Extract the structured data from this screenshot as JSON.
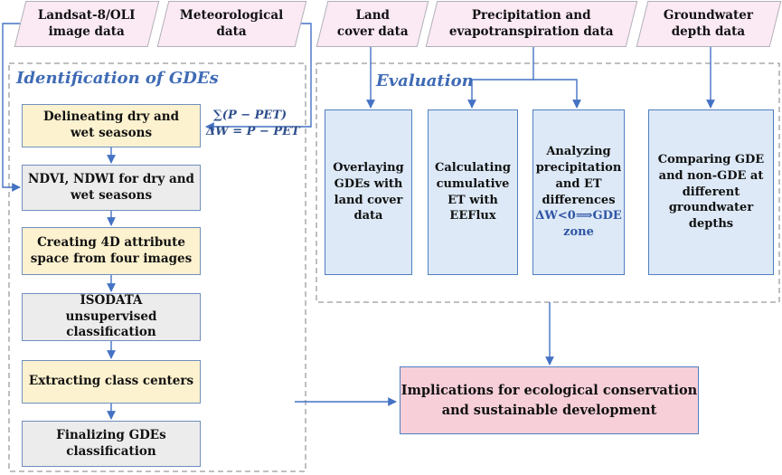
{
  "inputs": {
    "landsat": "Landsat-8/OLI\nimage data",
    "meteorological": "Meteorological\ndata",
    "land_cover": "Land\ncover data",
    "precip_et": "Precipitation and\nevapotranspiration data",
    "groundwater": "Groundwater\ndepth data"
  },
  "identification": {
    "title": "Identification of GDEs",
    "steps": [
      "Delineating dry and\nwet seasons",
      "NDVI, NDWI for dry and\nwet seasons",
      "Creating 4D attribute\nspace from four images",
      "ISODATA\nunsupervised classification",
      "Extracting class centers",
      "Finalizing GDEs\nclassification"
    ],
    "formula_sum": "∑(P − PET)",
    "formula_delta": "ΔW = P − PET"
  },
  "evaluation": {
    "title": "Evaluation",
    "boxes": [
      "Overlaying\nGDEs with\nland cover\ndata",
      "Calculating\ncumulative\nET with\nEEFlux",
      "Analyzing\nprecipitation\nand ET\ndifferences",
      "Comparing GDE\nand non-GDE at\ndifferent\ngroundwater\ndepths"
    ],
    "zone_note": "ΔW<0⟹GDE\nzone"
  },
  "implications": "Implications for ecological conservation\nand sustainable development",
  "colors": {
    "arrow": "#4472c4",
    "dashed_border": "#7f7f7f",
    "title_blue": "#3f6bb5"
  }
}
